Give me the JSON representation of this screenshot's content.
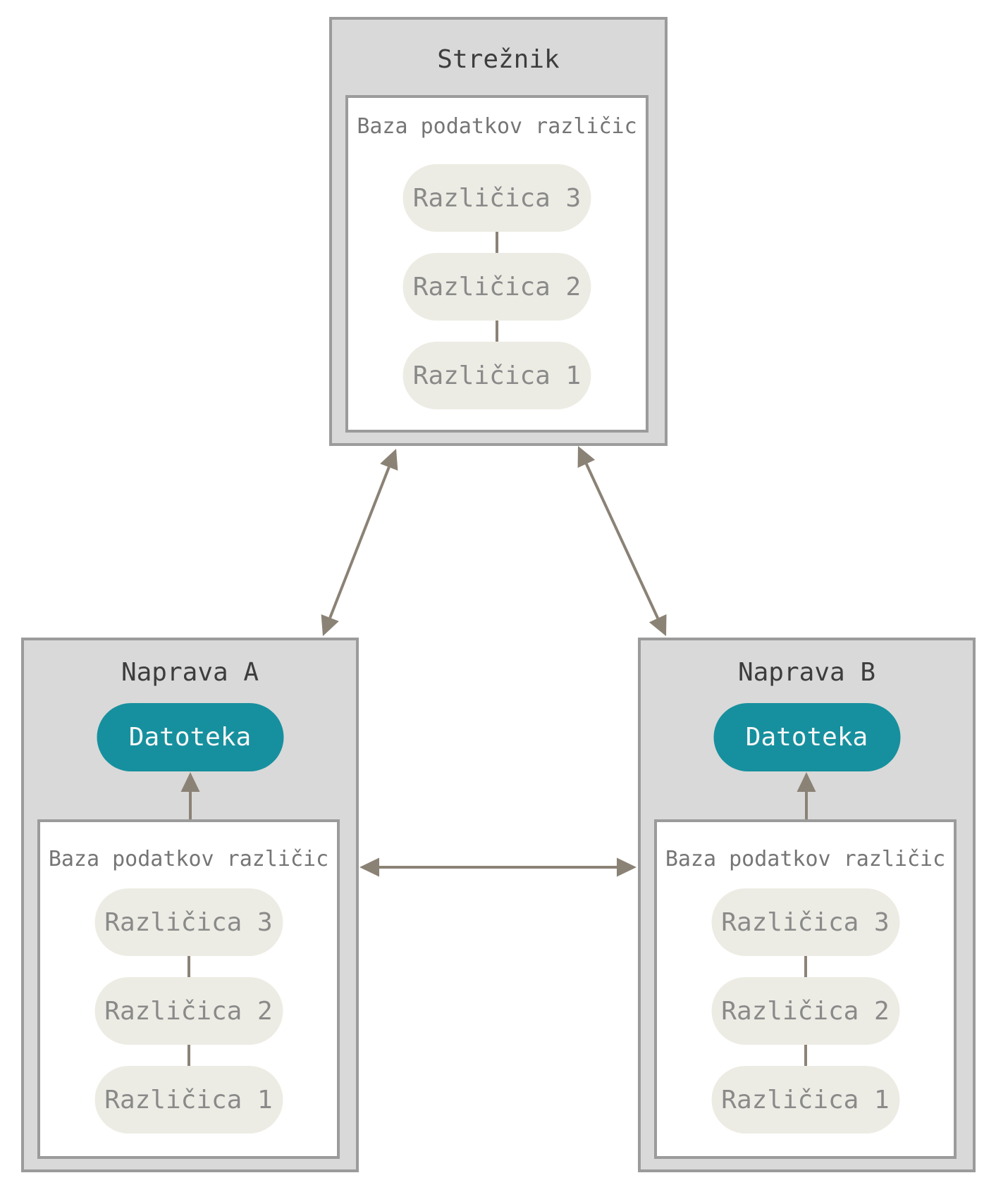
{
  "colors": {
    "box_fill": "#d9d9d9",
    "box_border": "#9b9b9b",
    "inner_fill": "#ffffff",
    "pill_fill": "#edece4",
    "pill_text": "#8a8a8a",
    "db_label_text": "#757575",
    "title_text": "#3d3d3d",
    "file_fill": "#16909e",
    "file_text": "#f7f7f7",
    "arrow": "#8b8276"
  },
  "server": {
    "title": "Strežnik",
    "db": {
      "label": "Baza podatkov različic",
      "versions": [
        "Različica 3",
        "Različica 2",
        "Različica 1"
      ]
    }
  },
  "device_a": {
    "title": "Naprava A",
    "file_label": "Datoteka",
    "db": {
      "label": "Baza podatkov različic",
      "versions": [
        "Različica 3",
        "Različica 2",
        "Različica 1"
      ]
    }
  },
  "device_b": {
    "title": "Naprava B",
    "file_label": "Datoteka",
    "db": {
      "label": "Baza podatkov različic",
      "versions": [
        "Različica 3",
        "Različica 2",
        "Različica 1"
      ]
    }
  }
}
